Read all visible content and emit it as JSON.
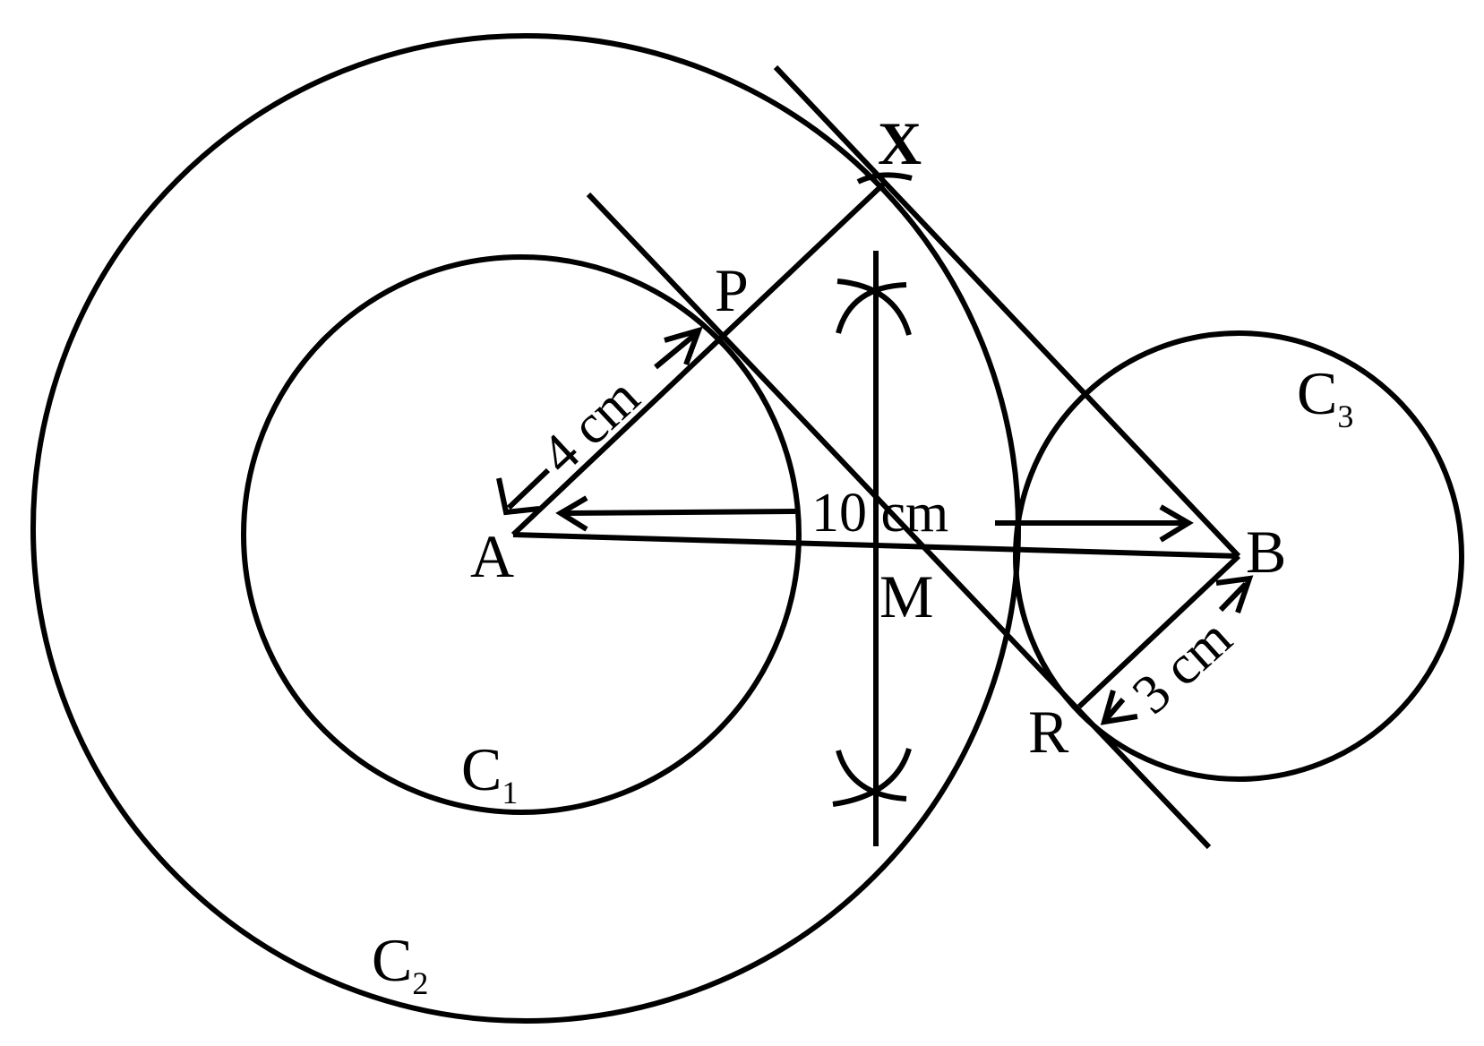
{
  "points": {
    "A": "A",
    "B": "B",
    "P": "P",
    "X": "X",
    "M": "M",
    "R": "R"
  },
  "circles": {
    "c1": {
      "letter": "C",
      "sub": "1"
    },
    "c2": {
      "letter": "C",
      "sub": "2"
    },
    "c3": {
      "letter": "C",
      "sub": "3"
    }
  },
  "dimensions": {
    "ab": "10 cm",
    "ap": "4 cm",
    "br": "3 cm"
  }
}
